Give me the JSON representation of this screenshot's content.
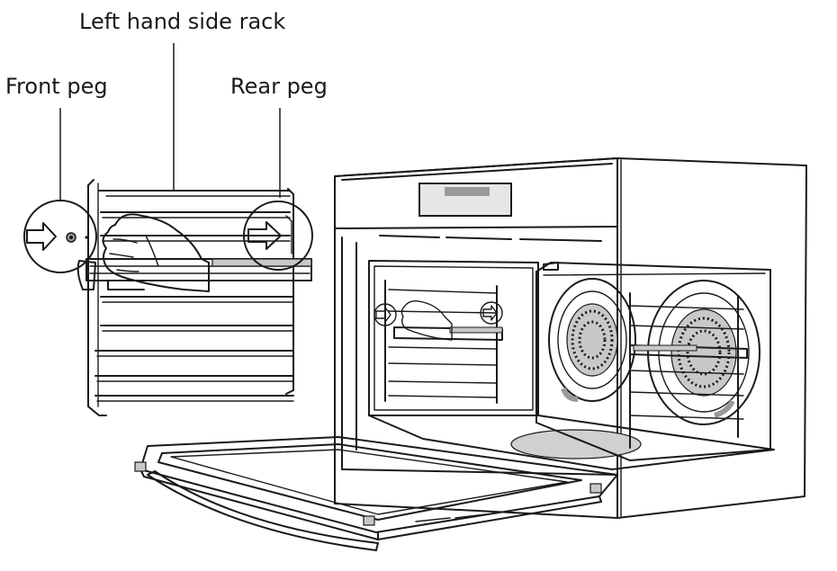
{
  "labels": {
    "left_hand_side_rack": "Left hand side rack",
    "front_peg": "Front peg",
    "rear_peg": "Rear peg"
  },
  "colors": {
    "line": "#1a1a1a",
    "background": "#ffffff",
    "shade_light": "#e6e6e6",
    "shade_mid": "#c8c8c8",
    "shade_dark": "#9a9a9a"
  }
}
